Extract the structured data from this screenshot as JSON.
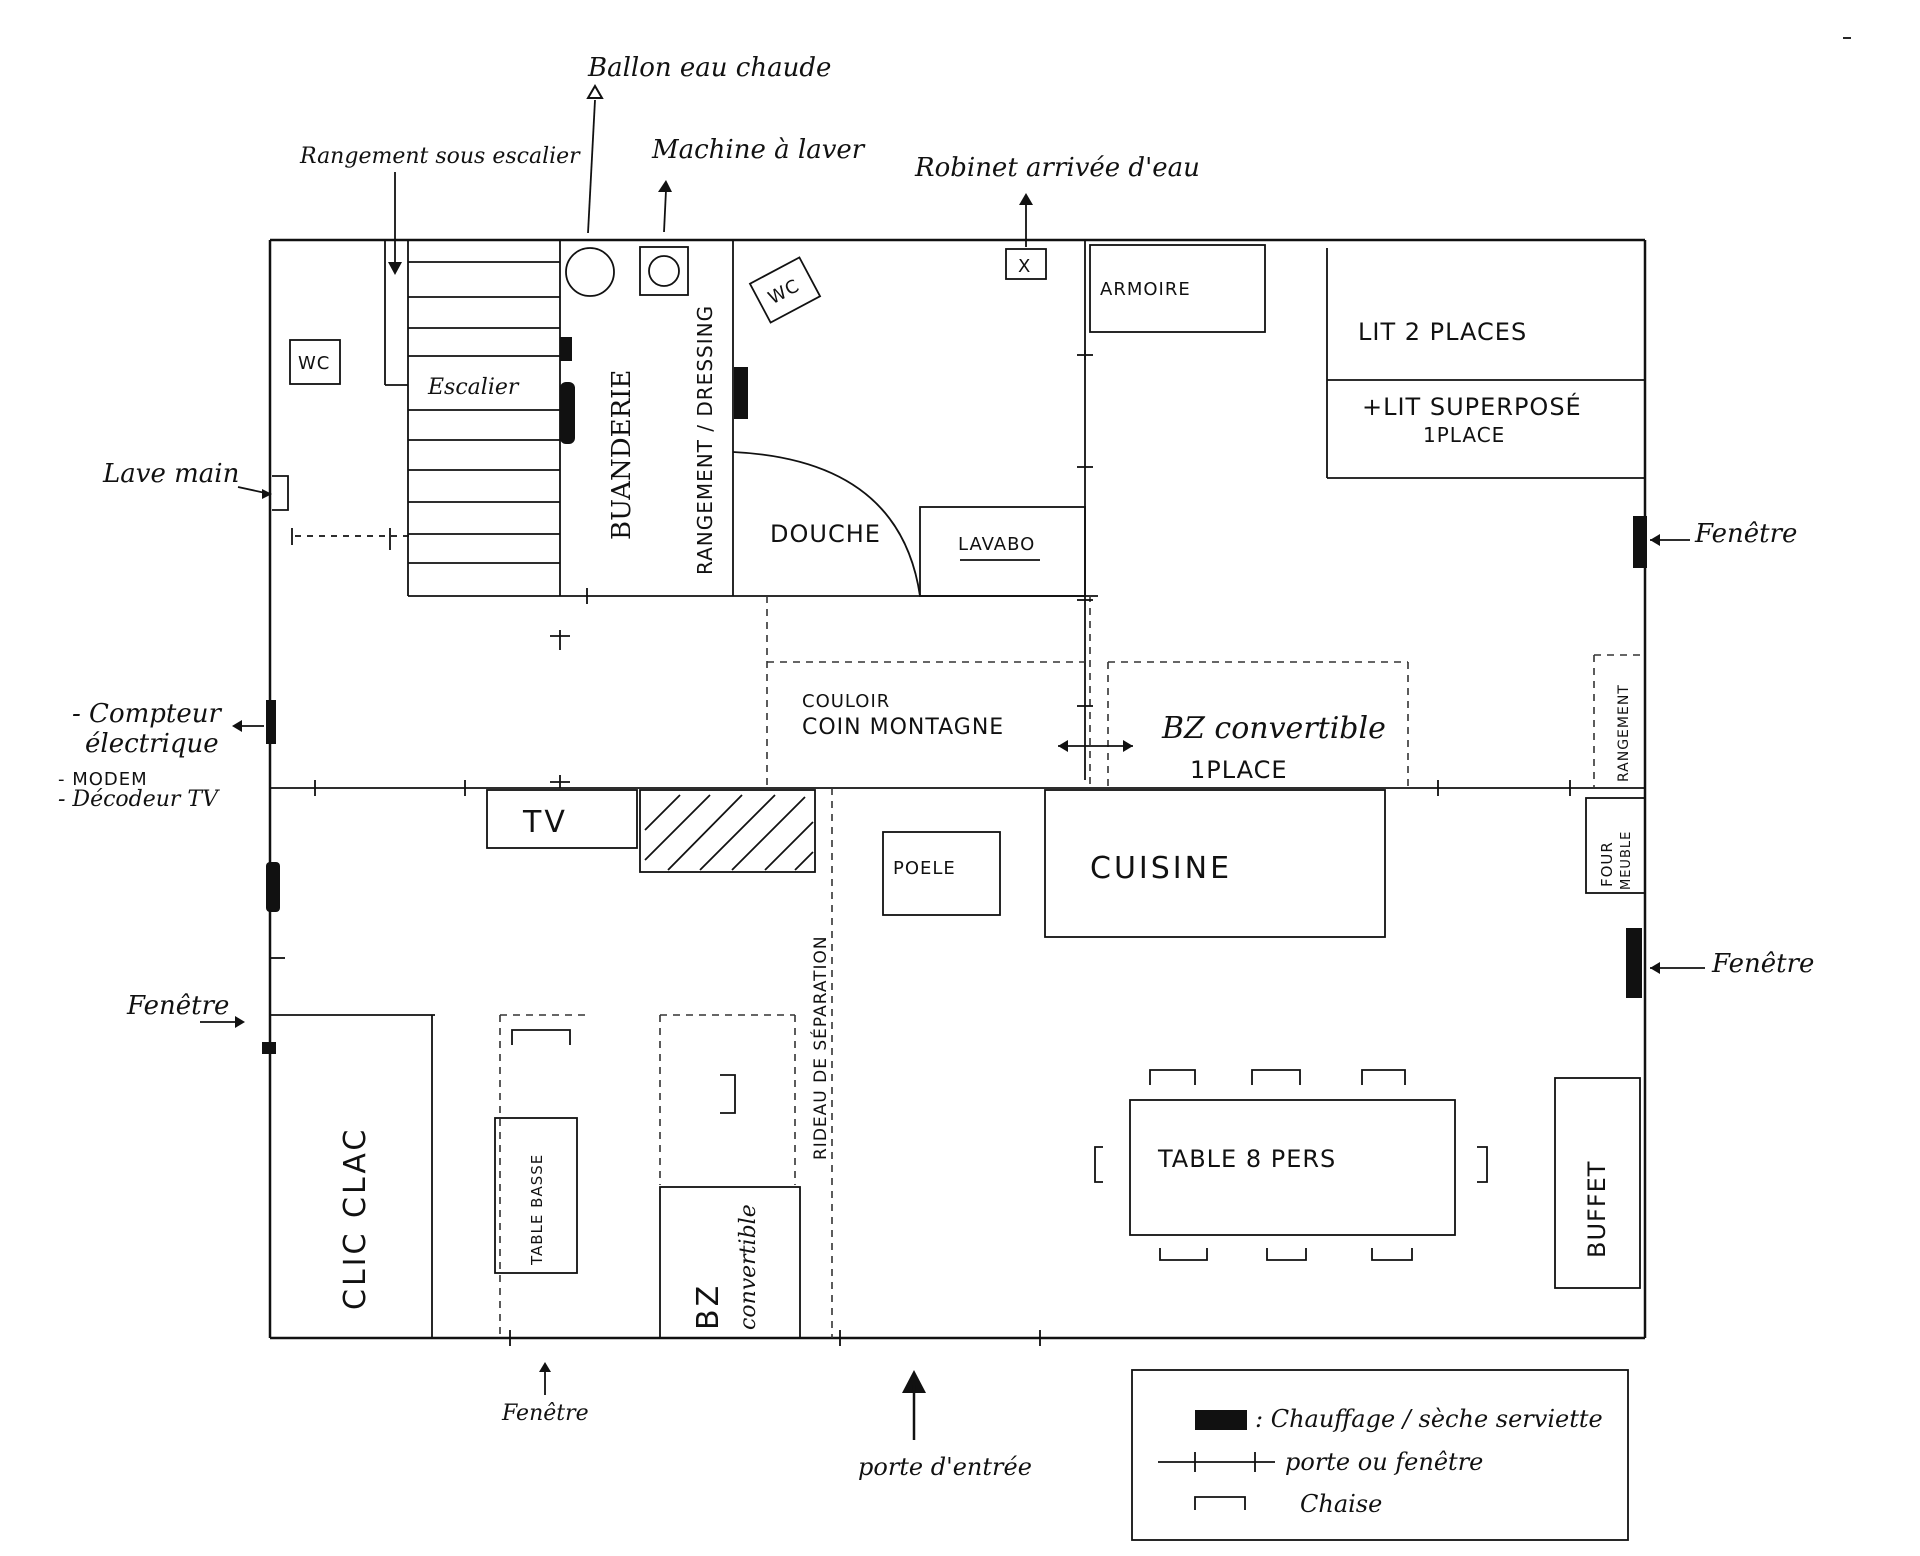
{
  "labels": {
    "ballon": "Ballon eau chaude",
    "rangement_escalier": "Rangement sous escalier",
    "machine": "Machine à laver",
    "robinet": "Robinet arrivée d'eau",
    "wc_left": "WC",
    "wc_right": "WC",
    "escalier": "Escalier",
    "buanderie": "BUANDERIE",
    "rangement_dressing": "RANGEMENT / DRESSING",
    "armoire": "ARMOIRE",
    "lit2": "LIT 2 PLACES",
    "lit_sup_1": "+LIT SUPERPOSÉ",
    "lit_sup_2": "1PLACE",
    "lave_main": "Lave main",
    "douche": "DOUCHE",
    "lavabo": "LAVABO",
    "robinet_mark": "X",
    "fenetre_right_top": "Fenêtre",
    "compteur_1": "- Compteur",
    "compteur_2": "électrique",
    "modem": "- MODEM",
    "decodeur": "- Décodeur TV",
    "couloir_1": "COULOIR",
    "couloir_2": "COIN MONTAGNE",
    "bz_conv_1": "BZ convertible",
    "bz_conv_2": "1PLACE",
    "rangement_right": "RANGEMENT",
    "tv": "TV",
    "poele": "POELE",
    "cuisine": "CUISINE",
    "four": "FOUR",
    "meuble": "MEUBLE",
    "fenetre_left": "Fenêtre",
    "fenetre_right_mid": "Fenêtre",
    "rideau": "RIDEAU DE SÉPARATION",
    "table_basse": "TABLE BASSE",
    "clic_clac": "CLIC CLAC",
    "bz_convertible": "BZ",
    "bz_convertible_2": "convertible",
    "table8": "TABLE 8 PERS",
    "buffet": "BUFFET",
    "fenetre_bottom": "Fenêtre",
    "porte_entree": "porte d'entrée"
  },
  "legend": {
    "heat": ": Chauffage / sèche serviette",
    "door": "porte ou fenêtre",
    "chair": "Chaise"
  }
}
